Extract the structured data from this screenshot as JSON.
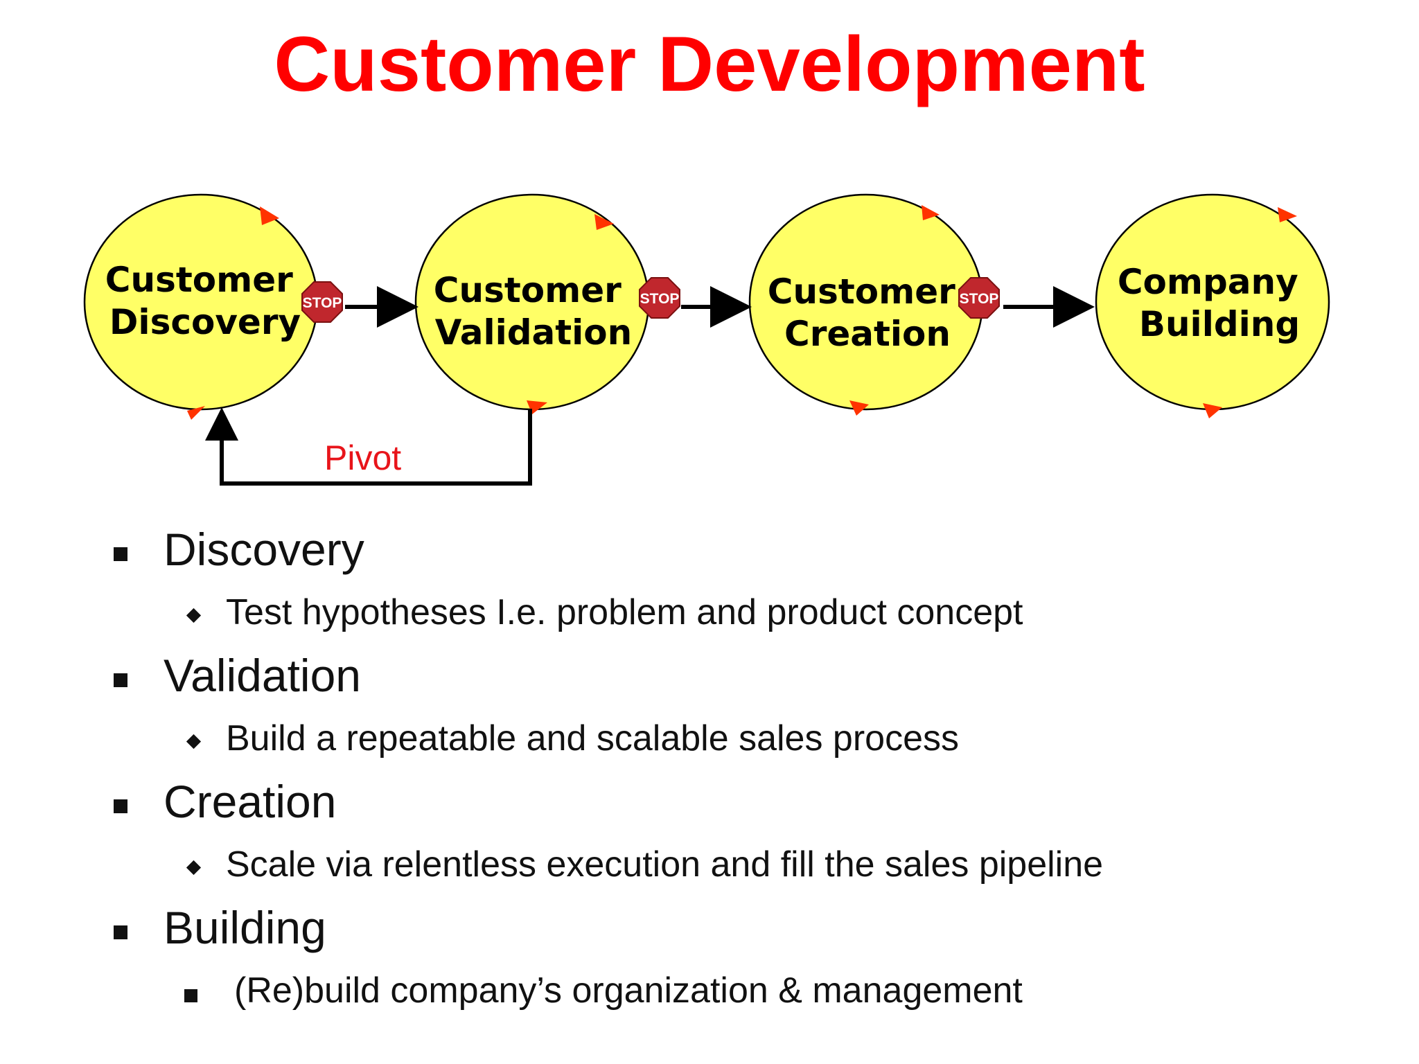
{
  "title": "Customer Development",
  "colors": {
    "title": "#ff0000",
    "circle_fill": "#ffff66",
    "stop_sign": "#c0272d",
    "cycle_arrow": "#ff3300",
    "pivot_label": "#e8141a"
  },
  "diagram": {
    "stages": [
      {
        "line1": "Customer",
        "line2": "Discovery"
      },
      {
        "line1": "Customer",
        "line2": "Validation"
      },
      {
        "line1": "Customer",
        "line2": "Creation"
      },
      {
        "line1": "Company",
        "line2": "Building"
      }
    ],
    "stop_label": "STOP",
    "pivot_label": "Pivot"
  },
  "bullets": [
    {
      "heading": "Discovery",
      "sub": "Test hypotheses I.e. problem and product concept",
      "sub_marker": "diamond"
    },
    {
      "heading": "Validation",
      "sub": "Build a repeatable and scalable sales process",
      "sub_marker": "diamond"
    },
    {
      "heading": "Creation",
      "sub": "Scale via relentless execution and fill the sales pipeline",
      "sub_marker": "diamond"
    },
    {
      "heading": "Building",
      "sub": "(Re)build company’s organization & management",
      "sub_marker": "square"
    }
  ]
}
